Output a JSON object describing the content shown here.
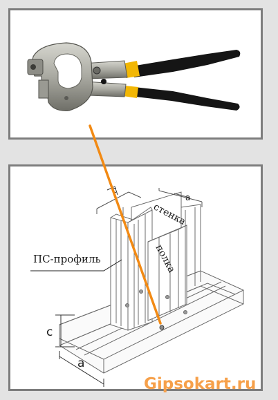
{
  "diagram": {
    "labels": {
      "profile": "ПС-профиль",
      "wall": "стенка",
      "flange": "полка",
      "dim_a_top": "a",
      "dim_c_top": "c",
      "dim_c": "c",
      "dim_a": "a"
    },
    "watermark": "Gipsokart.ru",
    "colors": {
      "arrow": "#f28a14",
      "handle_black": "#151515",
      "handle_yellow": "#f2b705",
      "metal": "#a8a8a0",
      "frame": "#7d7d7d",
      "watermark": "#f6a04a"
    },
    "icons": [
      "stapler-crimper-tool-icon"
    ]
  }
}
